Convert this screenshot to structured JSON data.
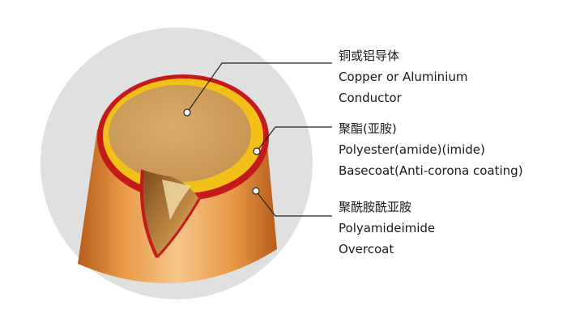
{
  "callouts": {
    "conductor": {
      "zh": "铜或铝导体",
      "en_line1": "Copper or Aluminium",
      "en_line2": "Conductor"
    },
    "basecoat": {
      "zh": "聚酯(亚胺)",
      "en_line1": "Polyester(amide)(imide)",
      "en_line2": "Basecoat(Anti-corona coating)"
    },
    "overcoat": {
      "zh": "聚酰胺酰亚胺",
      "en_line1": "Polyamideimide",
      "en_line2": "Overcoat"
    }
  },
  "colors": {
    "background_circle": "#e0e0e0",
    "copper_light": "#f5c68a",
    "copper_mid": "#e89844",
    "copper_dark": "#b65c1c",
    "basecoat_yellow": "#f3c019",
    "overcoat_red": "#c41a1a",
    "conductor_core": "#d3a561",
    "leader_line": "#222222",
    "marker_fill": "#ffffff"
  }
}
